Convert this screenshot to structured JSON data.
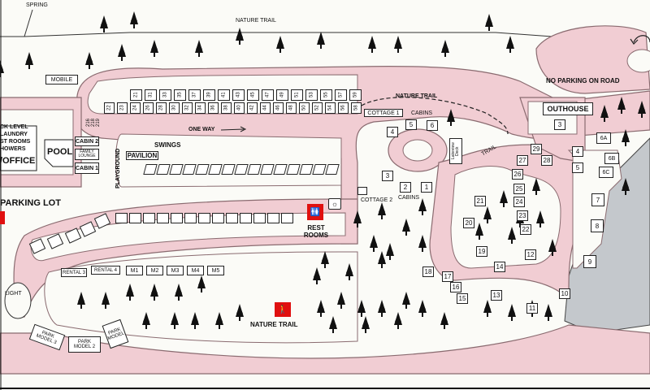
{
  "labels": {
    "spring": "SPRING",
    "nature_trail_top": "NATURE TRAIL",
    "nature_trail_mid": "NATURE TRAIL",
    "nature_trail_bottom": "NATURE TRAIL",
    "mobile": "MOBILE",
    "no_parking": "NO PARKING ON ROAD",
    "outhouse": "OUTHOUSE",
    "cabins_top": "CABINS",
    "cabins_mid": "CABINS",
    "cottage1": "COTTAGE 1",
    "cottage2": "COTTAGE 2",
    "one_way": "ONE WAY",
    "swings": "SWINGS",
    "pavilion": "PAVILION",
    "playground": "PLAYGROUND",
    "pool": "POOL",
    "cabin2": "CABIN 2",
    "cabin1": "CABIN 1",
    "family_lounge": "FAMILY LOUNGE",
    "office_block": [
      "CK LEVEL",
      "LAUNDRY",
      "ST ROOMS",
      "HOWERS"
    ],
    "office": "/OFFICE",
    "parking_lot": "PARKING LOT",
    "rest_rooms": "REST ROOMS",
    "rental3": "RENTAL 3",
    "rental4": "RENTAL 4",
    "m_sites": [
      "M1",
      "M2",
      "M3",
      "M4",
      "M5"
    ],
    "light": "LIGHT",
    "park_model_3": "PARK MODEL 3",
    "park_model_2": "PARK MODEL 2",
    "park_model": "PARK MODEL",
    "trail": "TRAIL",
    "lakeview_deck": "Lakeview Deck"
  },
  "sites": {
    "top_row_upper": [
      "21",
      "31",
      "33",
      "35",
      "37",
      "39",
      "41",
      "43",
      "45",
      "47",
      "49",
      "51",
      "53",
      "55",
      "57",
      "59"
    ],
    "top_row_lower": [
      "22",
      "23",
      "24",
      "26",
      "28",
      "30",
      "32",
      "34",
      "36",
      "38",
      "40",
      "42",
      "44",
      "46",
      "48",
      "50",
      "52",
      "54",
      "56",
      "58"
    ],
    "left_stub": [
      "216",
      "218",
      "219"
    ],
    "cabins": [
      "4",
      "5",
      "6",
      "1",
      "2",
      "3"
    ],
    "right_cluster": [
      "29",
      "27",
      "28",
      "26",
      "25",
      "24",
      "23",
      "22",
      "21",
      "20",
      "19",
      "14",
      "12",
      "13",
      "11",
      "10",
      "9",
      "8",
      "7",
      "6A",
      "6B",
      "6C",
      "5",
      "4",
      "3",
      "18",
      "17",
      "16",
      "15"
    ]
  },
  "colors": {
    "road": "#f1cdd3",
    "road_edge": "#8a6b70",
    "water": "#c4c8cc",
    "red": "#e01010"
  }
}
